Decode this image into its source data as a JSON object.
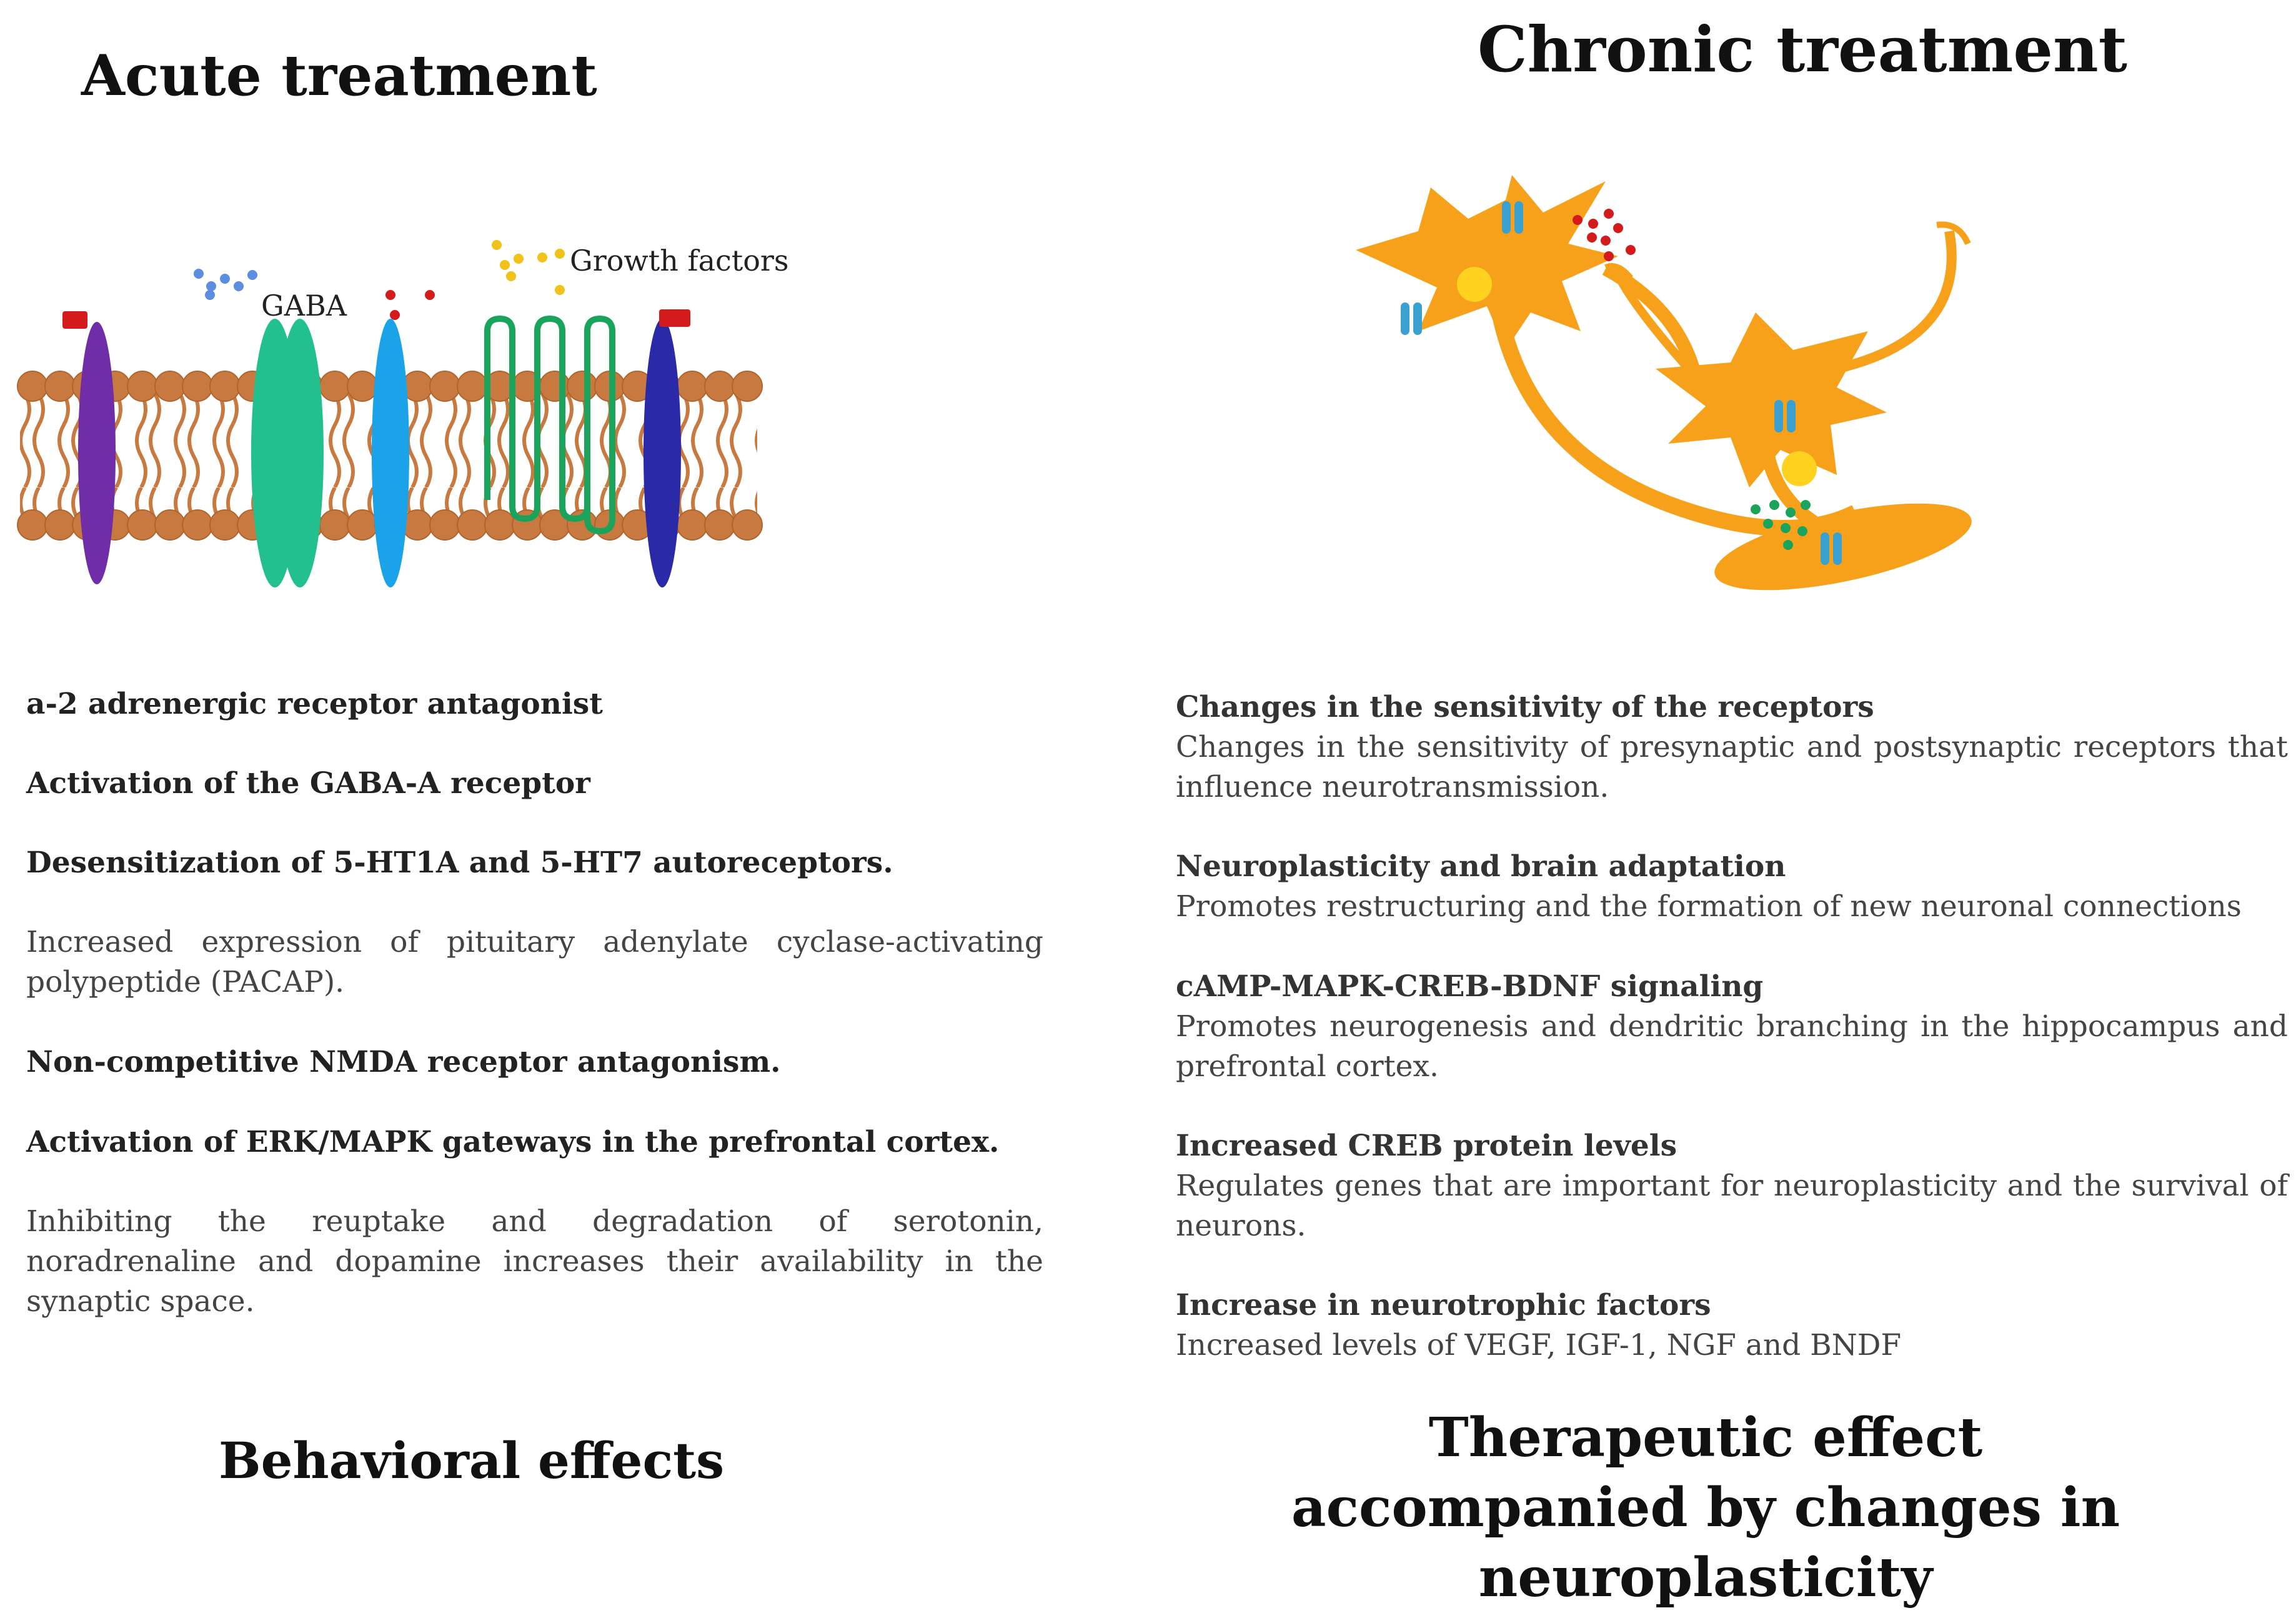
{
  "acute": {
    "title": "Acute treatment",
    "labels": {
      "gaba": "GABA",
      "growth_factors": "Growth factors"
    },
    "items": [
      {
        "head": "a-2 adrenergic receptor antagonist"
      },
      {
        "head": "Activation of the GABA-A receptor"
      },
      {
        "head": "Desensitization of 5-HT1A and 5-HT7 autoreceptors."
      },
      {
        "body": "Increased expression of pituitary adenylate cyclase-activating polypeptide (PACAP)."
      },
      {
        "head": "Non-competitive NMDA receptor antagonism."
      },
      {
        "head": "Activation of ERK/MAPK gateways in the prefrontal cortex."
      },
      {
        "body": "Inhibiting the reuptake and degradation of serotonin, noradrenaline and dopamine increases their availability in the synaptic space."
      }
    ],
    "footer": "Behavioral effects"
  },
  "chronic": {
    "title": "Chronic treatment",
    "items": [
      {
        "head": "Changes in the sensitivity of the receptors",
        "body": "Changes in the sensitivity of presynaptic and postsynaptic receptors that influence neurotransmission."
      },
      {
        "head": "Neuroplasticity and brain adaptation",
        "body": "Promotes restructuring and the formation of new neuronal connections"
      },
      {
        "head": "cAMP-MAPK-CREB-BDNF signaling",
        "body": "Promotes neurogenesis and dendritic branching in the hippocampus and prefrontal cortex."
      },
      {
        "head": "Increased CREB protein levels",
        "body": "Regulates genes that are important for neuroplasticity and the survival of neurons."
      },
      {
        "head": "Increase in neurotrophic factors",
        "body": "Increased levels of VEGF, IGF-1, NGF and BNDF"
      }
    ],
    "footer": "Therapeutic effect accompanied by changes in neuroplasticity"
  },
  "colors": {
    "membrane": "#c8793f",
    "neuron": "#f7a11a",
    "nucleus": "#ffd21f",
    "receptor_purple": "#6f2da8",
    "receptor_green": "#22c08e",
    "receptor_lightblue": "#1aa3e8",
    "receptor_darkblue": "#2a2aa8",
    "growth_receptor": "#1aa35a",
    "ligand_red": "#d41a1a",
    "ligand_blue": "#5b8ee0",
    "ligand_yellow": "#f2c21a",
    "channel_blue": "#3aa0d0"
  }
}
